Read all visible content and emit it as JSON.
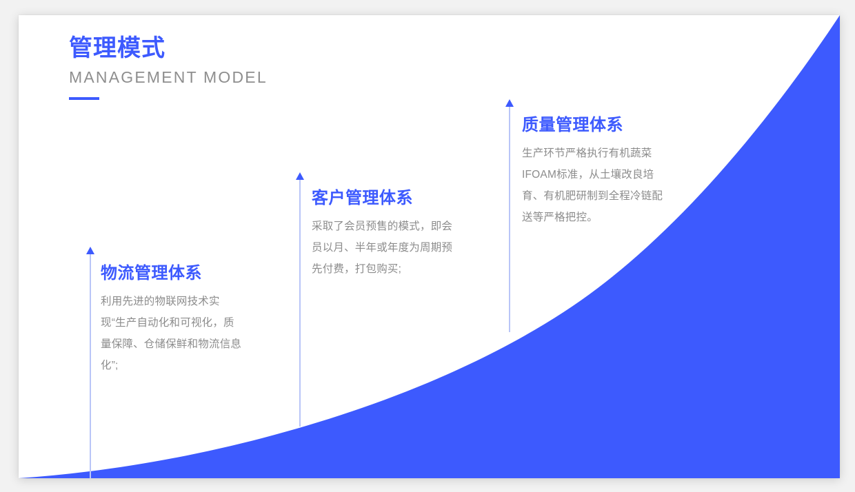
{
  "header": {
    "title_cn": "管理模式",
    "title_en": "MANAGEMENT MODEL",
    "accent_color": "#3d5afe",
    "subtitle_color": "#8e8e8e"
  },
  "theme": {
    "primary_blue": "#3d5afe",
    "axis_blue": "#b9c5f7",
    "body_gray": "#8c8c8c",
    "card_background": "#ffffff",
    "page_background": "#f2f2f2"
  },
  "stages": [
    {
      "id": "logistics",
      "heading": "物流管理体系",
      "body": "利用先进的物联网技术实现“生产自动化和可视化，质量保障、仓储保鲜和物流信息化”;"
    },
    {
      "id": "customer",
      "heading": "客户管理体系",
      "body": "采取了会员预售的模式，即会员以月、半年或年度为周期预先付费，打包购买;"
    },
    {
      "id": "quality",
      "heading": "质量管理体系",
      "body": "生产环节严格执行有机蔬菜IFOAM标准，从土壤改良培育、有机肥研制到全程冷链配送等严格把控。"
    }
  ],
  "decorations": {
    "curve_name": "ascending-growth-curve",
    "arrow_icon": "arrow-up-icon",
    "rule_name": "title-underline-rule"
  }
}
